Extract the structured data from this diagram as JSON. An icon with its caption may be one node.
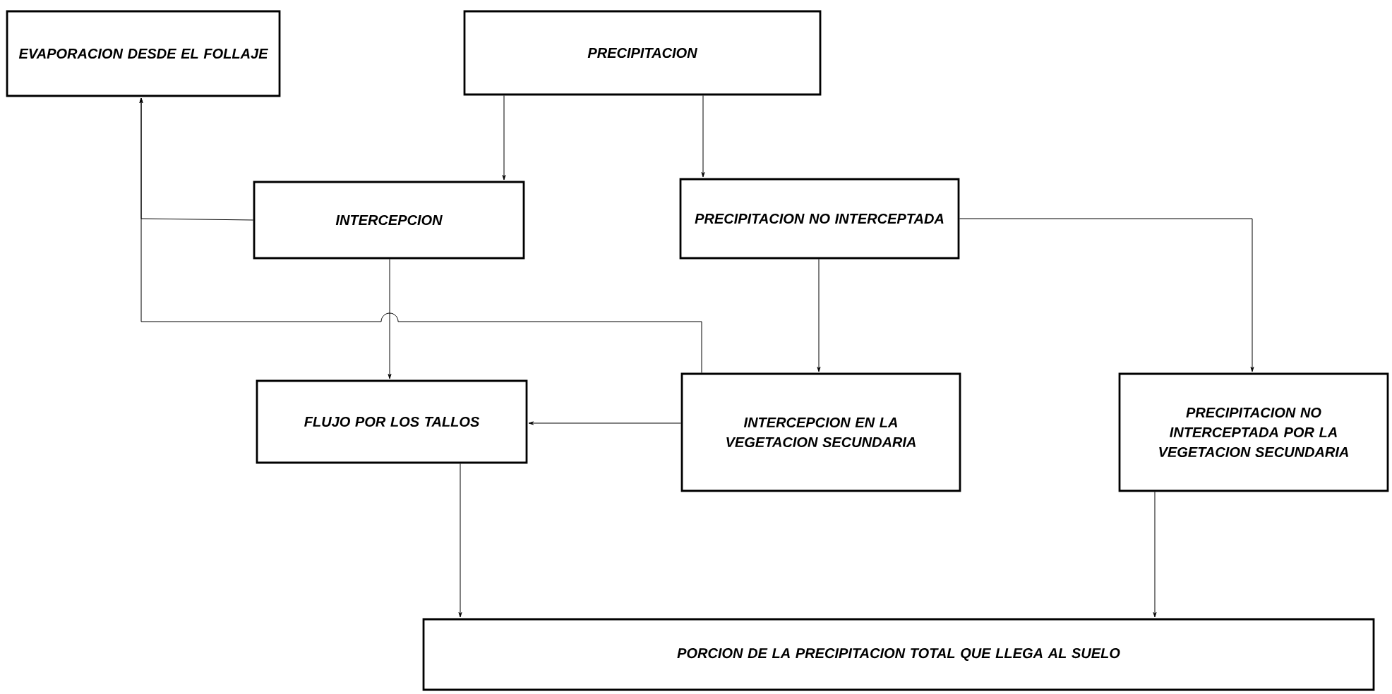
{
  "diagram": {
    "nodes": [
      {
        "text": [
          "EVAPORACION DESDE EL FOLLAJE"
        ]
      },
      {
        "text": [
          "PRECIPITACION"
        ]
      },
      {
        "text": [
          "INTERCEPCION"
        ]
      },
      {
        "text": [
          "PRECIPITACION NO INTERCEPTADA"
        ]
      },
      {
        "text": [
          "FLUJO POR LOS TALLOS"
        ]
      },
      {
        "text": [
          "INTERCEPCION EN LA VEGETACION SECUNDARIA"
        ]
      },
      {
        "text": [
          "PRECIPITACION NO INTERCEPTADA POR LA VEGETACION SECUNDARIA"
        ]
      },
      {
        "text": [
          "PORCION DE LA PRECIPITACION TOTAL QUE LLEGA AL SUELO"
        ]
      }
    ],
    "edges": [
      {
        "from": 1,
        "to": 2,
        "arrow": "to"
      },
      {
        "from": 1,
        "to": 3,
        "arrow": "to"
      },
      {
        "from": 2,
        "to": 0,
        "arrow": "to"
      },
      {
        "from": 5,
        "to": 0,
        "arrow": "to"
      },
      {
        "from": 2,
        "to": 4,
        "arrow": "to"
      },
      {
        "from": 3,
        "to": 5,
        "arrow": "to"
      },
      {
        "from": 3,
        "to": 6,
        "arrow": "to"
      },
      {
        "from": 5,
        "to": 4,
        "arrow": "to"
      },
      {
        "from": 4,
        "to": 7,
        "arrow": "to"
      },
      {
        "from": 6,
        "to": 7,
        "arrow": "to"
      }
    ]
  }
}
